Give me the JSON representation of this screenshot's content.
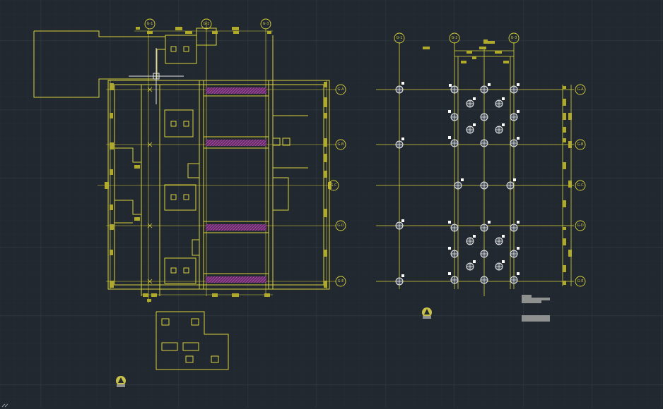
{
  "app": {
    "name": "AutoCAD model space"
  },
  "colors": {
    "background": "#212830",
    "grid_minor": "#2a323b",
    "grid_major": "#323b46",
    "linework": "#d9d23a",
    "dim_fill": "#b0aa2c",
    "hatch": "#8a3c8a",
    "white": "#ffffff",
    "gray_block": "#8f9090"
  },
  "plan_left": {
    "grid_top_labels": [
      "G-1",
      "G-2",
      "G-3"
    ],
    "grid_right_labels": [
      "G-A",
      "G-B",
      "G-C",
      "G-D",
      "G-E"
    ]
  },
  "plan_right": {
    "grid_top_labels": [
      "G-1",
      "G-2",
      "G-3"
    ],
    "grid_right_labels": [
      "G-A",
      "G-B",
      "G-C",
      "G-D",
      "G-E"
    ]
  },
  "icons": {
    "cursor": "crosshair-cursor-icon",
    "north_arrow": "north-arrow-icon",
    "ucs": "ucs-icon"
  }
}
